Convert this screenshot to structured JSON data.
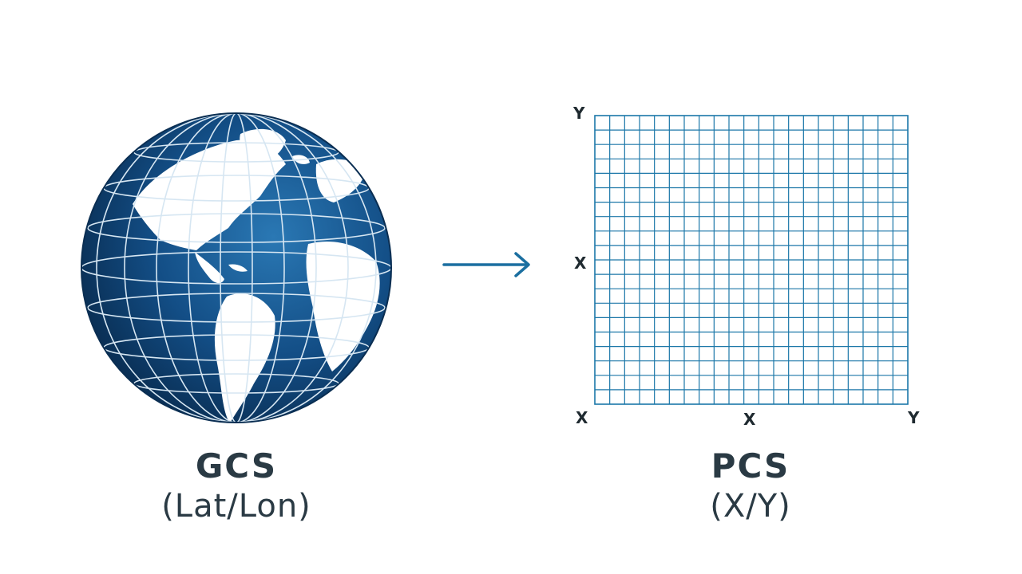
{
  "left": {
    "title": "GCS",
    "subtitle": "(Lat/Lon)",
    "icon": "globe-icon"
  },
  "right": {
    "title": "PCS",
    "subtitle": "(X/Y)",
    "icon": "grid-icon",
    "axis_labels": {
      "top_left": "Y",
      "mid_left": "X",
      "bottom_left": "X",
      "bottom_mid": "X",
      "bottom_right": "Y"
    }
  },
  "connector": {
    "icon": "arrow-right-icon"
  },
  "colors": {
    "globe_dark": "#0d3b66",
    "globe_light": "#2a6fa8",
    "grid_line": "#1b77a8",
    "arrow": "#1b6fa0",
    "text": "#2a3a44"
  }
}
